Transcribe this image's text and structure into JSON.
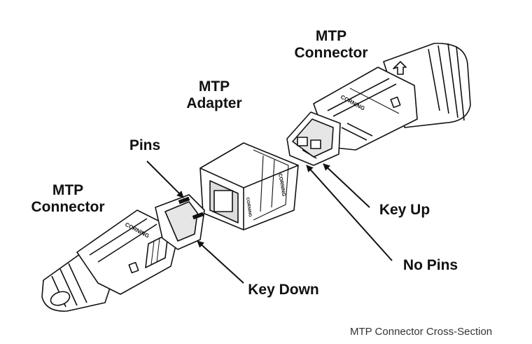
{
  "labels": {
    "connector_top": [
      "MTP",
      "Connector"
    ],
    "adapter": [
      "MTP",
      "Adapter"
    ],
    "pins": "Pins",
    "connector_left": [
      "MTP",
      "Connector"
    ],
    "key_up": "Key Up",
    "no_pins": "No Pins",
    "key_down": "Key Down"
  },
  "housing_text": "CORNING",
  "caption": "MTP Connector Cross-Section",
  "colors": {
    "line": "#111111",
    "fill": "#ffffff",
    "shade": "#d8d8d8",
    "text": "#111111"
  }
}
